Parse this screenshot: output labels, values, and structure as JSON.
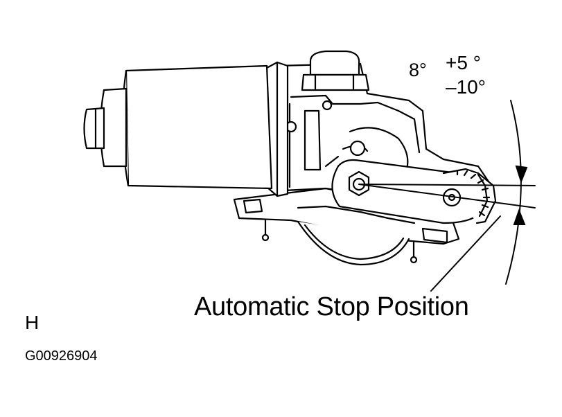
{
  "figure": {
    "view_letter": "H",
    "figure_code": "G00926904",
    "caption": "Automatic Stop Position"
  },
  "angle": {
    "nominal": "8°",
    "plus_tolerance": "+5 °",
    "minus_tolerance": "–10°"
  },
  "style": {
    "line_color": "#000000",
    "background": "#ffffff"
  }
}
